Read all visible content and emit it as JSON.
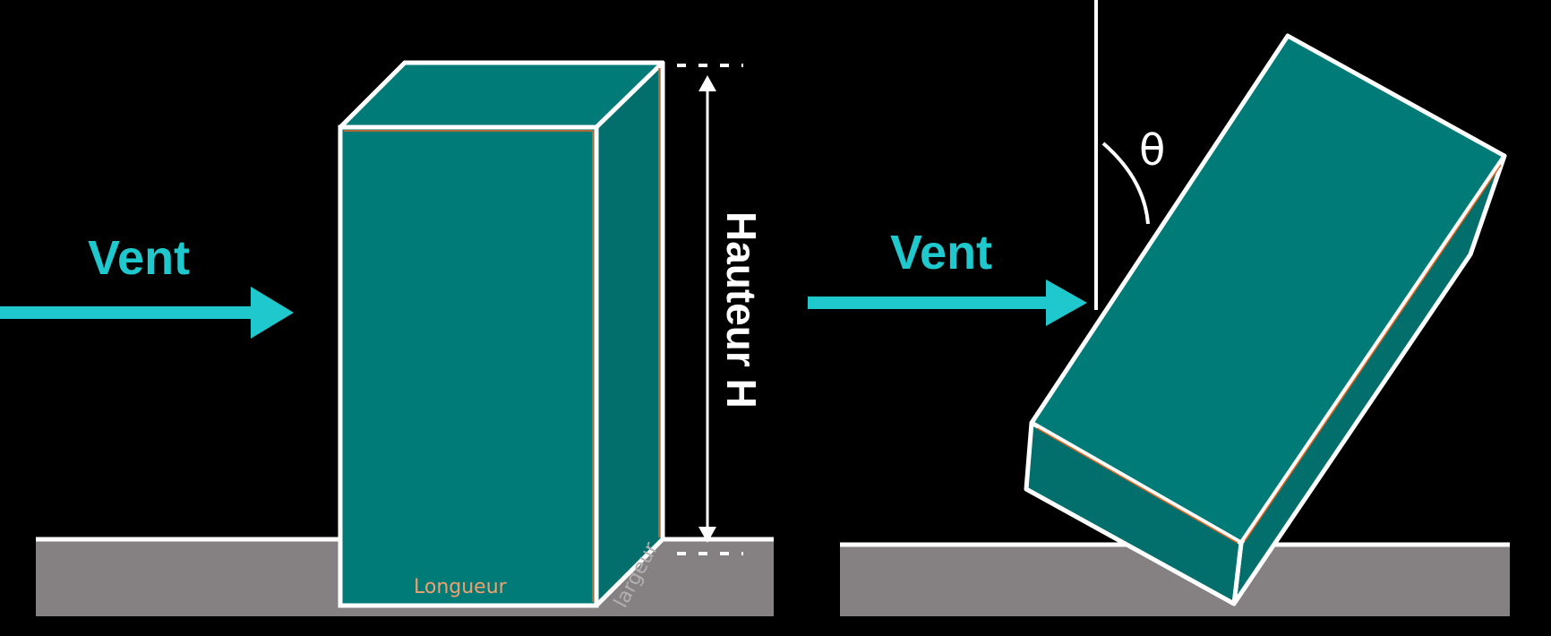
{
  "left_scene": {
    "wind_label": "Vent",
    "height_label": "Hauteur H",
    "length_label": "Longueur",
    "width_label": "largeur"
  },
  "right_scene": {
    "wind_label": "Vent",
    "angle_label": "θ"
  },
  "colors": {
    "background": "#000000",
    "block_face": "#017b78",
    "block_side": "#026f6c",
    "block_outline": "#ffffff",
    "edge_accent": "#e8641e",
    "wind": "#1ec8cc",
    "ground": "#858081",
    "ground_line": "#ffffff",
    "length_label": "#f0a070",
    "width_label": "#b0b0b0"
  }
}
